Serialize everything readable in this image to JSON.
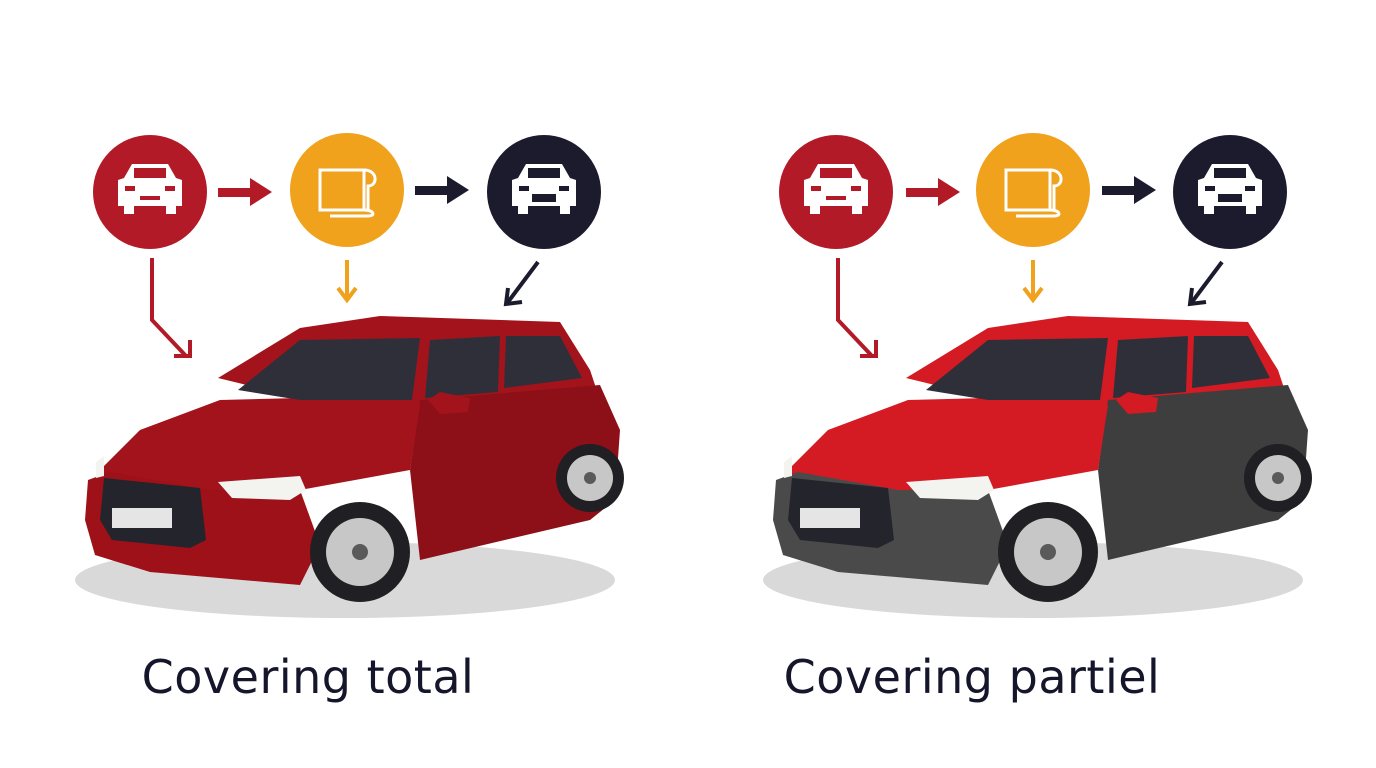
{
  "panels": [
    {
      "id": "total",
      "caption": "Covering total",
      "steps": [
        {
          "icon": "car-front-icon",
          "color": "#b31a28"
        },
        {
          "icon": "vinyl-roll-icon",
          "color": "#f0a21d"
        },
        {
          "icon": "car-front-icon",
          "color": "#1c1b2e"
        }
      ],
      "body_color": "#a3131c",
      "hood_color": "#a3131c",
      "roof_color": "#a3131c"
    },
    {
      "id": "partiel",
      "caption": "Covering partiel",
      "steps": [
        {
          "icon": "car-front-icon",
          "color": "#b31a28"
        },
        {
          "icon": "vinyl-roll-icon",
          "color": "#f0a21d"
        },
        {
          "icon": "car-front-icon",
          "color": "#1c1b2e"
        }
      ],
      "body_color": "#4a4a4a",
      "hood_color": "#d41a22",
      "roof_color": "#d41a22"
    }
  ]
}
